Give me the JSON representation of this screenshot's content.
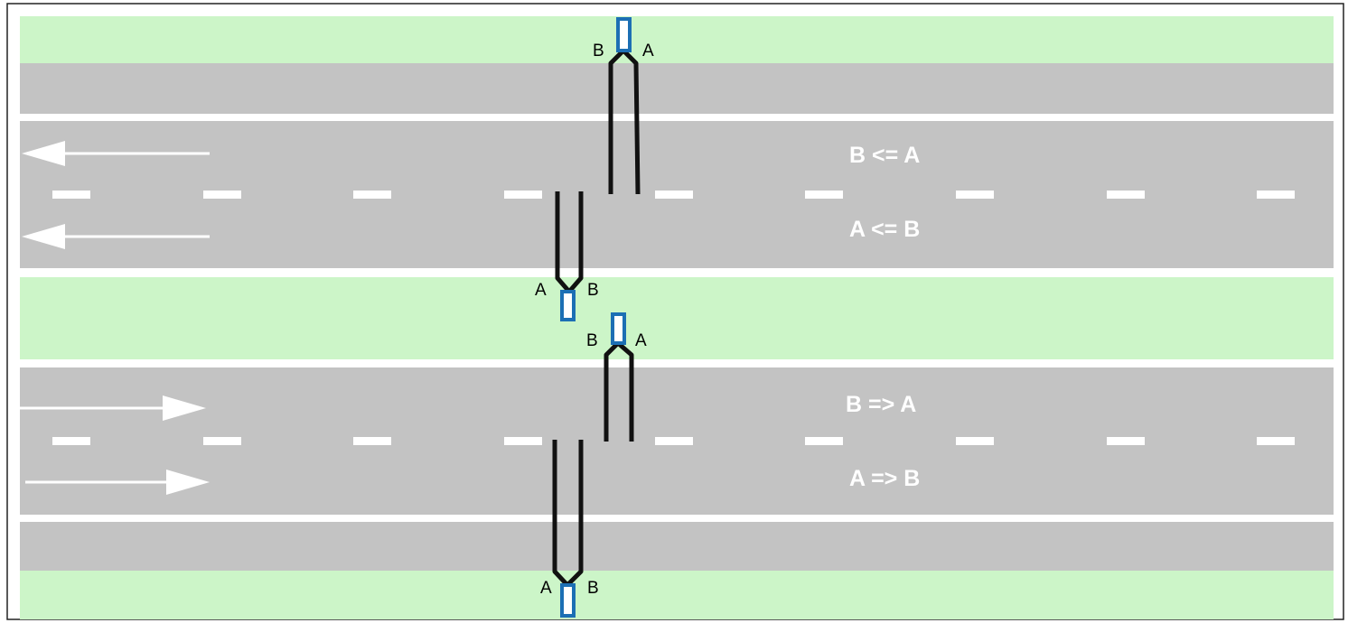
{
  "lanes": {
    "upper_top": "B <= A",
    "upper_bottom": "A <= B",
    "lower_top": "B => A",
    "lower_bottom": "A => B"
  },
  "sensors": [
    {
      "left_label": "B",
      "right_label": "A"
    },
    {
      "left_label": "A",
      "right_label": "B"
    },
    {
      "left_label": "B",
      "right_label": "A"
    },
    {
      "left_label": "A",
      "right_label": "B"
    }
  ],
  "colors": {
    "grass": "#ccf5c8",
    "road": "#c3c3c3",
    "marking": "#ffffff",
    "loop_wire": "#111111",
    "sensor_box": "#1c6fb4"
  }
}
